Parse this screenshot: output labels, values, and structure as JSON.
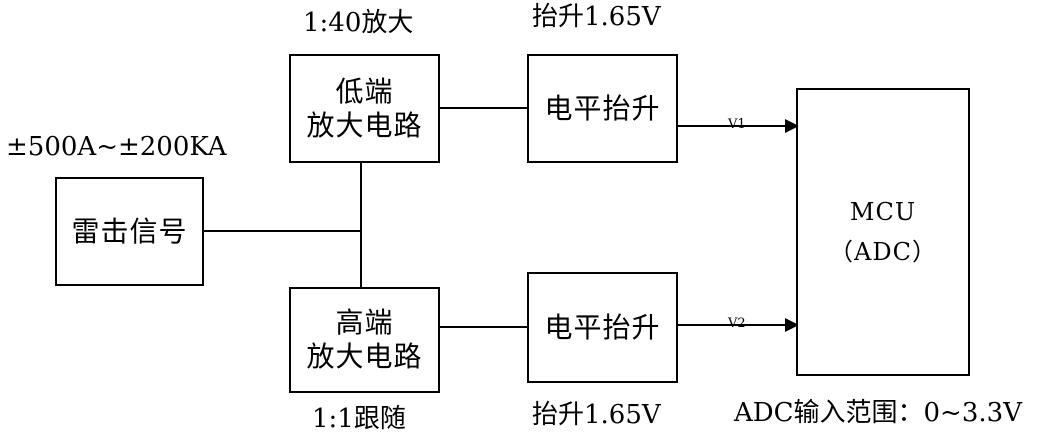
{
  "labels": {
    "gain_low": "1:40放大",
    "offset_top": "抬升1.65V",
    "range_input": "±500A~±200KA",
    "gain_high": "1:1跟随",
    "offset_bottom": "抬升1.65V",
    "adc_range": "ADC输入范围：0~3.3V"
  },
  "blocks": {
    "signal": "雷击信号",
    "low_amp": [
      "低端",
      "放大电路"
    ],
    "high_amp": [
      "高端",
      "放大电路"
    ],
    "shift_top": "电平抬升",
    "shift_bottom": "电平抬升",
    "mcu": [
      "MCU",
      "（ADC）"
    ]
  },
  "signals": {
    "v1": "V1",
    "v2": "V2"
  },
  "colors": {
    "stroke": "#000000",
    "background": "#ffffff"
  }
}
